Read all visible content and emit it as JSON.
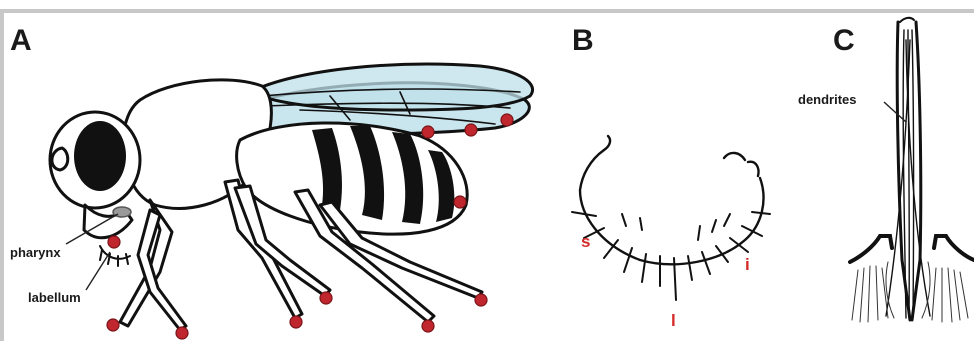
{
  "figure": {
    "panels": {
      "a": {
        "letter": "A"
      },
      "b": {
        "letter": "B"
      },
      "c": {
        "letter": "C"
      }
    },
    "labels": {
      "pharynx": "pharynx",
      "labellum": "labellum",
      "dendrites": "dendrites",
      "sensilla_s": "s",
      "sensilla_i": "i",
      "sensilla_l": "l"
    },
    "colors": {
      "taste_dot": "#c0262e",
      "wing": "#bfe0ea",
      "outline": "#111111",
      "label_red": "#d42a2a",
      "background": "#ffffff",
      "frame": "#c8c8c8"
    }
  }
}
